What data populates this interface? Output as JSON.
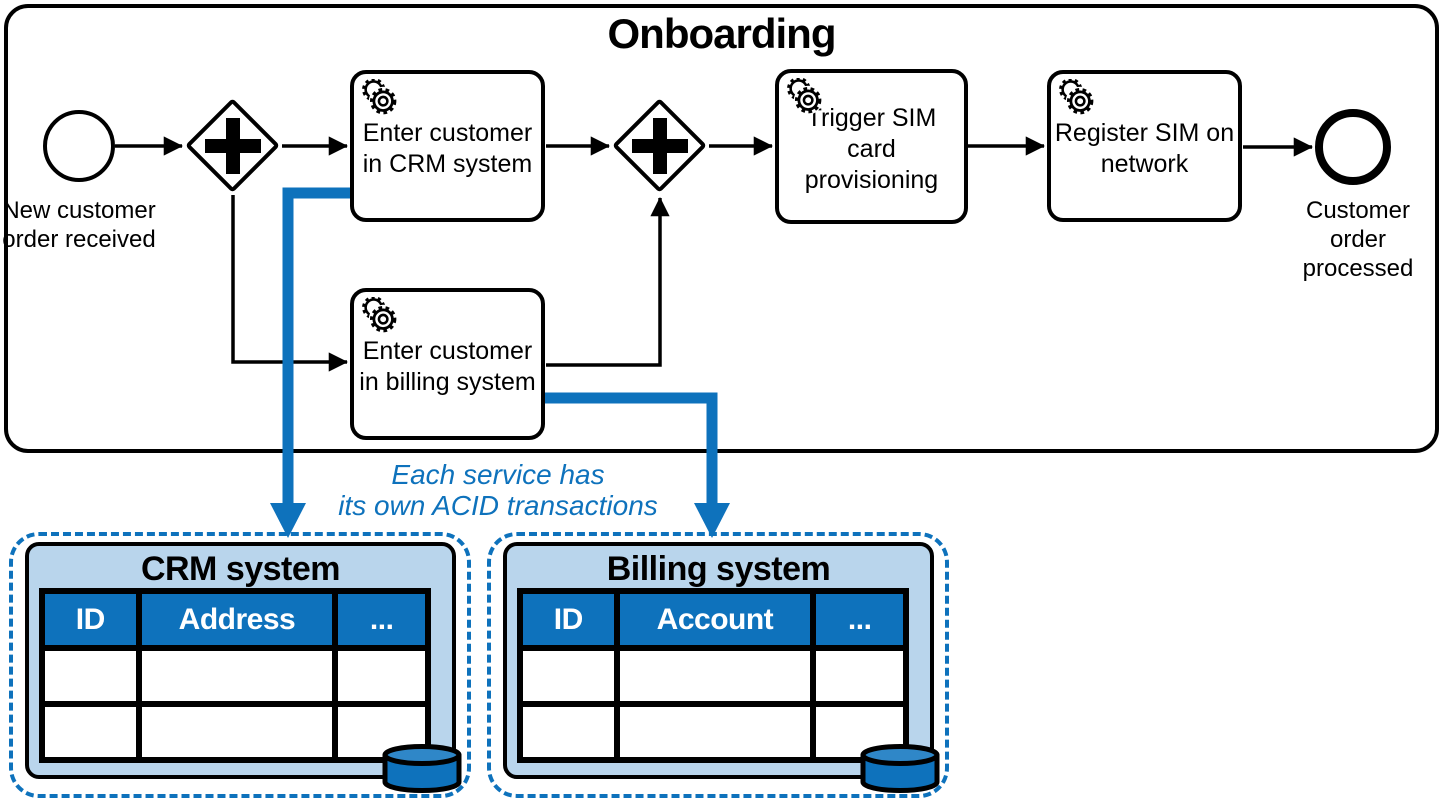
{
  "pool": {
    "title": "Onboarding"
  },
  "events": {
    "start": {
      "label_line1": "New customer",
      "label_line2": "order received"
    },
    "end": {
      "label_line1": "Customer order",
      "label_line2": "processed"
    }
  },
  "tasks": [
    {
      "line1": "Enter customer",
      "line2": "in CRM system"
    },
    {
      "line1": "Enter customer",
      "line2": "in billing system"
    },
    {
      "line1": "Trigger SIM card",
      "line2": "provisioning"
    },
    {
      "line1": "Register SIM on",
      "line2": "network"
    }
  ],
  "annotation": {
    "line1": "Each service has",
    "line2": "its own ACID transactions"
  },
  "panels": [
    {
      "title": "CRM system",
      "columns": [
        "ID",
        "Address",
        "..."
      ]
    },
    {
      "title": "Billing system",
      "columns": [
        "ID",
        "Account",
        "..."
      ]
    }
  ],
  "icons": {
    "task_marker": "service-gear-icon",
    "gateway_marker": "parallel-plus-icon",
    "storage": "database-cylinder-icon"
  },
  "colors": {
    "accent_blue": "#0E72BC",
    "panel_fill": "#B9D5EC",
    "cylinder_top_fill": "#2F87C8",
    "line_black": "#000000"
  }
}
